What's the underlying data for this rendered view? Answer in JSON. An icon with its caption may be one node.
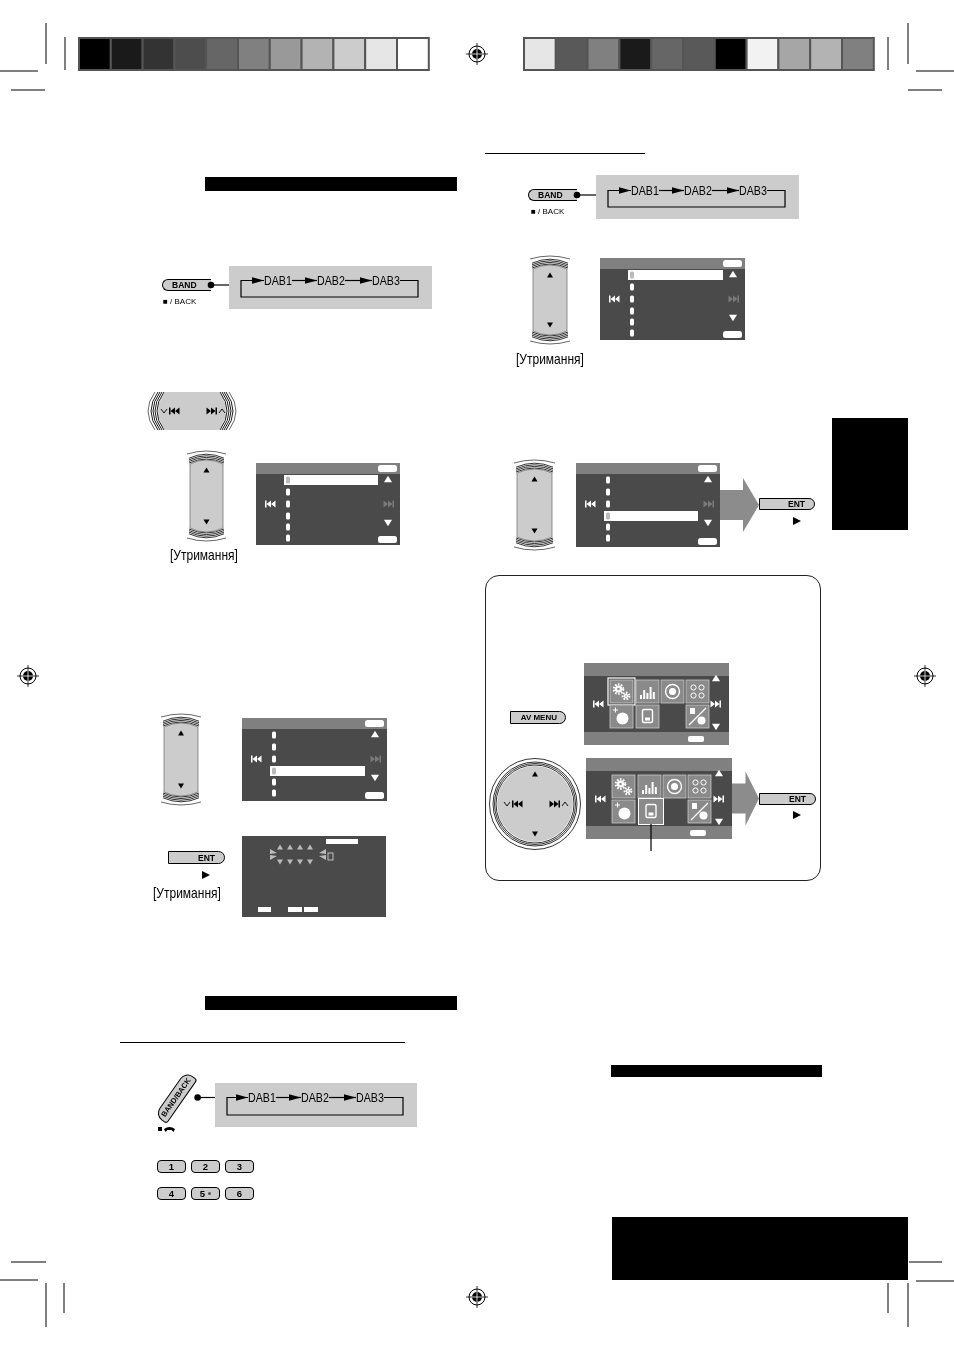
{
  "diagram": {
    "nodes": [
      {
        "text": [],
        "shape": "bar"
      },
      {
        "text": [
          "BAND"
        ],
        "beside": [
          "■ / BACK"
        ]
      },
      {
        "text": [],
        "shape": "box"
      },
      {
        "text": [
          "DAB1"
        ],
        "in": 2
      },
      {
        "text": [
          "DAB2"
        ],
        "in": 2
      },
      {
        "text": [
          "DAB3"
        ],
        "in": 2
      },
      {
        "text": [
          "ENT"
        ]
      },
      {
        "text": [],
        "shape": "bar"
      },
      {
        "text": [
          "BAND/BACK"
        ]
      },
      {
        "text": [],
        "shape": "box"
      },
      {
        "text": [
          "DAB1"
        ],
        "in": 9
      },
      {
        "text": [
          "DAB2"
        ],
        "in": 9
      },
      {
        "text": [
          "DAB3"
        ],
        "in": 9
      },
      {
        "text": [
          "1"
        ]
      },
      {
        "text": [
          "2"
        ]
      },
      {
        "text": [
          "3"
        ]
      },
      {
        "text": [
          "4"
        ]
      },
      {
        "text": [
          "5"
        ]
      },
      {
        "text": [
          "6"
        ]
      },
      {
        "text": [
          "BAND"
        ],
        "beside": [
          "■ / BACK"
        ]
      },
      {
        "text": [],
        "shape": "box"
      },
      {
        "text": [
          "DAB1"
        ],
        "in": 20
      },
      {
        "text": [
          "DAB2"
        ],
        "in": 20
      },
      {
        "text": [
          "DAB3"
        ],
        "in": 20
      },
      {
        "text": [],
        "shape": "box"
      },
      {
        "text": [],
        "shape": "picture"
      },
      {
        "text": [
          "ENT"
        ]
      },
      {
        "text": [],
        "shape": "box"
      },
      {
        "text": [
          "AV MENU"
        ],
        "in": 27
      },
      {
        "text": [],
        "shape": "picture",
        "in": 27
      },
      {
        "text": [],
        "shape": "picture",
        "in": 29
      },
      {
        "text": [
          "ENT"
        ],
        "in": 27
      },
      {
        "text": [],
        "shape": "bar"
      },
      {
        "text": [],
        "shape": "box"
      }
    ],
    "edges": [
      {
        "from": 1,
        "to": 2,
        "arrow": "other"
      },
      {
        "from": 3,
        "to": 4,
        "arrow": "to"
      },
      {
        "from": 4,
        "to": 5,
        "arrow": "to"
      },
      {
        "from": 5,
        "to": 3,
        "arrow": "to"
      },
      {
        "from": 8,
        "to": 9,
        "arrow": "other"
      },
      {
        "from": 10,
        "to": 11,
        "arrow": "to"
      },
      {
        "from": 11,
        "to": 12,
        "arrow": "to"
      },
      {
        "from": 12,
        "to": 10,
        "arrow": "to"
      },
      {
        "from": 19,
        "to": 20,
        "arrow": "other"
      },
      {
        "from": 21,
        "to": 22,
        "arrow": "to"
      },
      {
        "from": 22,
        "to": 23,
        "arrow": "to"
      },
      {
        "from": 23,
        "to": 21,
        "arrow": "to"
      },
      {
        "from": 25,
        "to": 26,
        "arrow": "to",
        "style": "thick",
        "color": "#8c8c8c"
      },
      {
        "from": 29,
        "to": 31,
        "arrow": "to",
        "style": "thick",
        "color": "#8c8c8c"
      },
      {
        "from": null,
        "to": 30,
        "arrow": "none"
      }
    ],
    "labels": [
      "[Утримання]",
      "[Утримання]",
      "[Утримання]"
    ]
  }
}
